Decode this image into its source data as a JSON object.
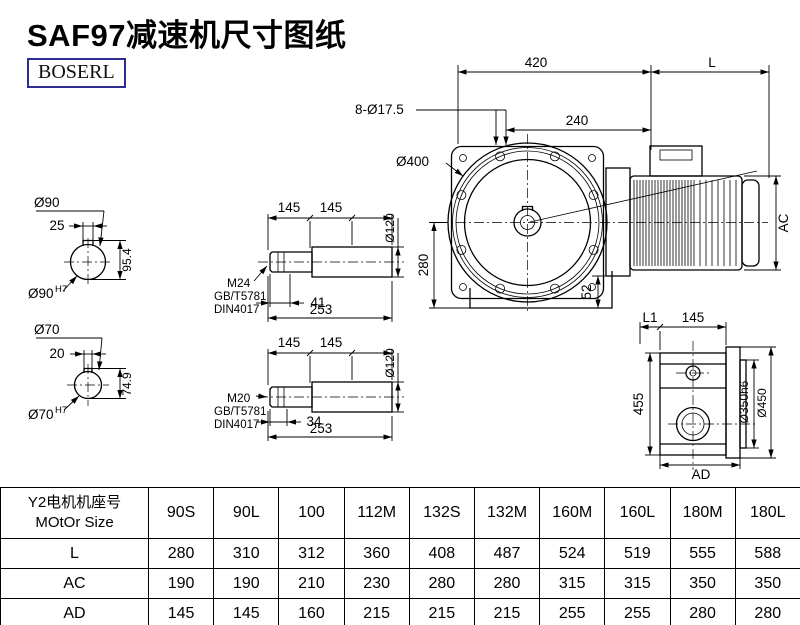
{
  "title": "SAF97减速机尺寸图纸",
  "logo": "BOSERL",
  "colors": {
    "line": "#000000",
    "logo_border": "#2d2d8f"
  },
  "front_view": {
    "dim_width": "420",
    "dim_l": "L",
    "bolt_callout": "8-Ø17.5",
    "dim_240": "240",
    "dia_flange": "Ø400",
    "dim_280": "280",
    "dim_52": "52",
    "dim_ac": "AC"
  },
  "bore_top": {
    "dia": "Ø90",
    "key_width": "25",
    "key_height": "95.4",
    "fit": "Ø90",
    "fit_tol": "H7"
  },
  "bore_bottom": {
    "dia": "Ø70",
    "key_width": "20",
    "key_height": "74.9",
    "fit": "Ø70",
    "fit_tol": "H7"
  },
  "shaft_top": {
    "seg1": "145",
    "seg2": "145",
    "dia": "Ø120",
    "thread": "M24",
    "std1": "GB/T5781",
    "std2": "DIN4017",
    "len1": "41",
    "len_total": "253"
  },
  "shaft_bottom": {
    "seg1": "145",
    "seg2": "145",
    "dia": "Ø120",
    "thread": "M20",
    "std1": "GB/T5781",
    "std2": "DIN4017",
    "len1": "34",
    "len_total": "253"
  },
  "side_view": {
    "dim_l1": "L1",
    "dim_145": "145",
    "dim_455": "455",
    "dia_spigot": "Ø350h6",
    "dia_flange": "Ø450",
    "dim_ad": "AD"
  },
  "table": {
    "header_line1": "Y2电机机座号",
    "header_line2": "MOtOr Size",
    "columns": [
      "90S",
      "90L",
      "100",
      "112M",
      "132S",
      "132M",
      "160M",
      "160L",
      "180M",
      "180L"
    ],
    "rows": [
      {
        "label": "L",
        "values": [
          "280",
          "310",
          "312",
          "360",
          "408",
          "487",
          "524",
          "519",
          "555",
          "588"
        ]
      },
      {
        "label": "AC",
        "values": [
          "190",
          "190",
          "210",
          "230",
          "280",
          "280",
          "315",
          "315",
          "350",
          "350"
        ]
      },
      {
        "label": "AD",
        "values": [
          "145",
          "145",
          "160",
          "215",
          "215",
          "215",
          "255",
          "255",
          "280",
          "280"
        ]
      }
    ]
  }
}
